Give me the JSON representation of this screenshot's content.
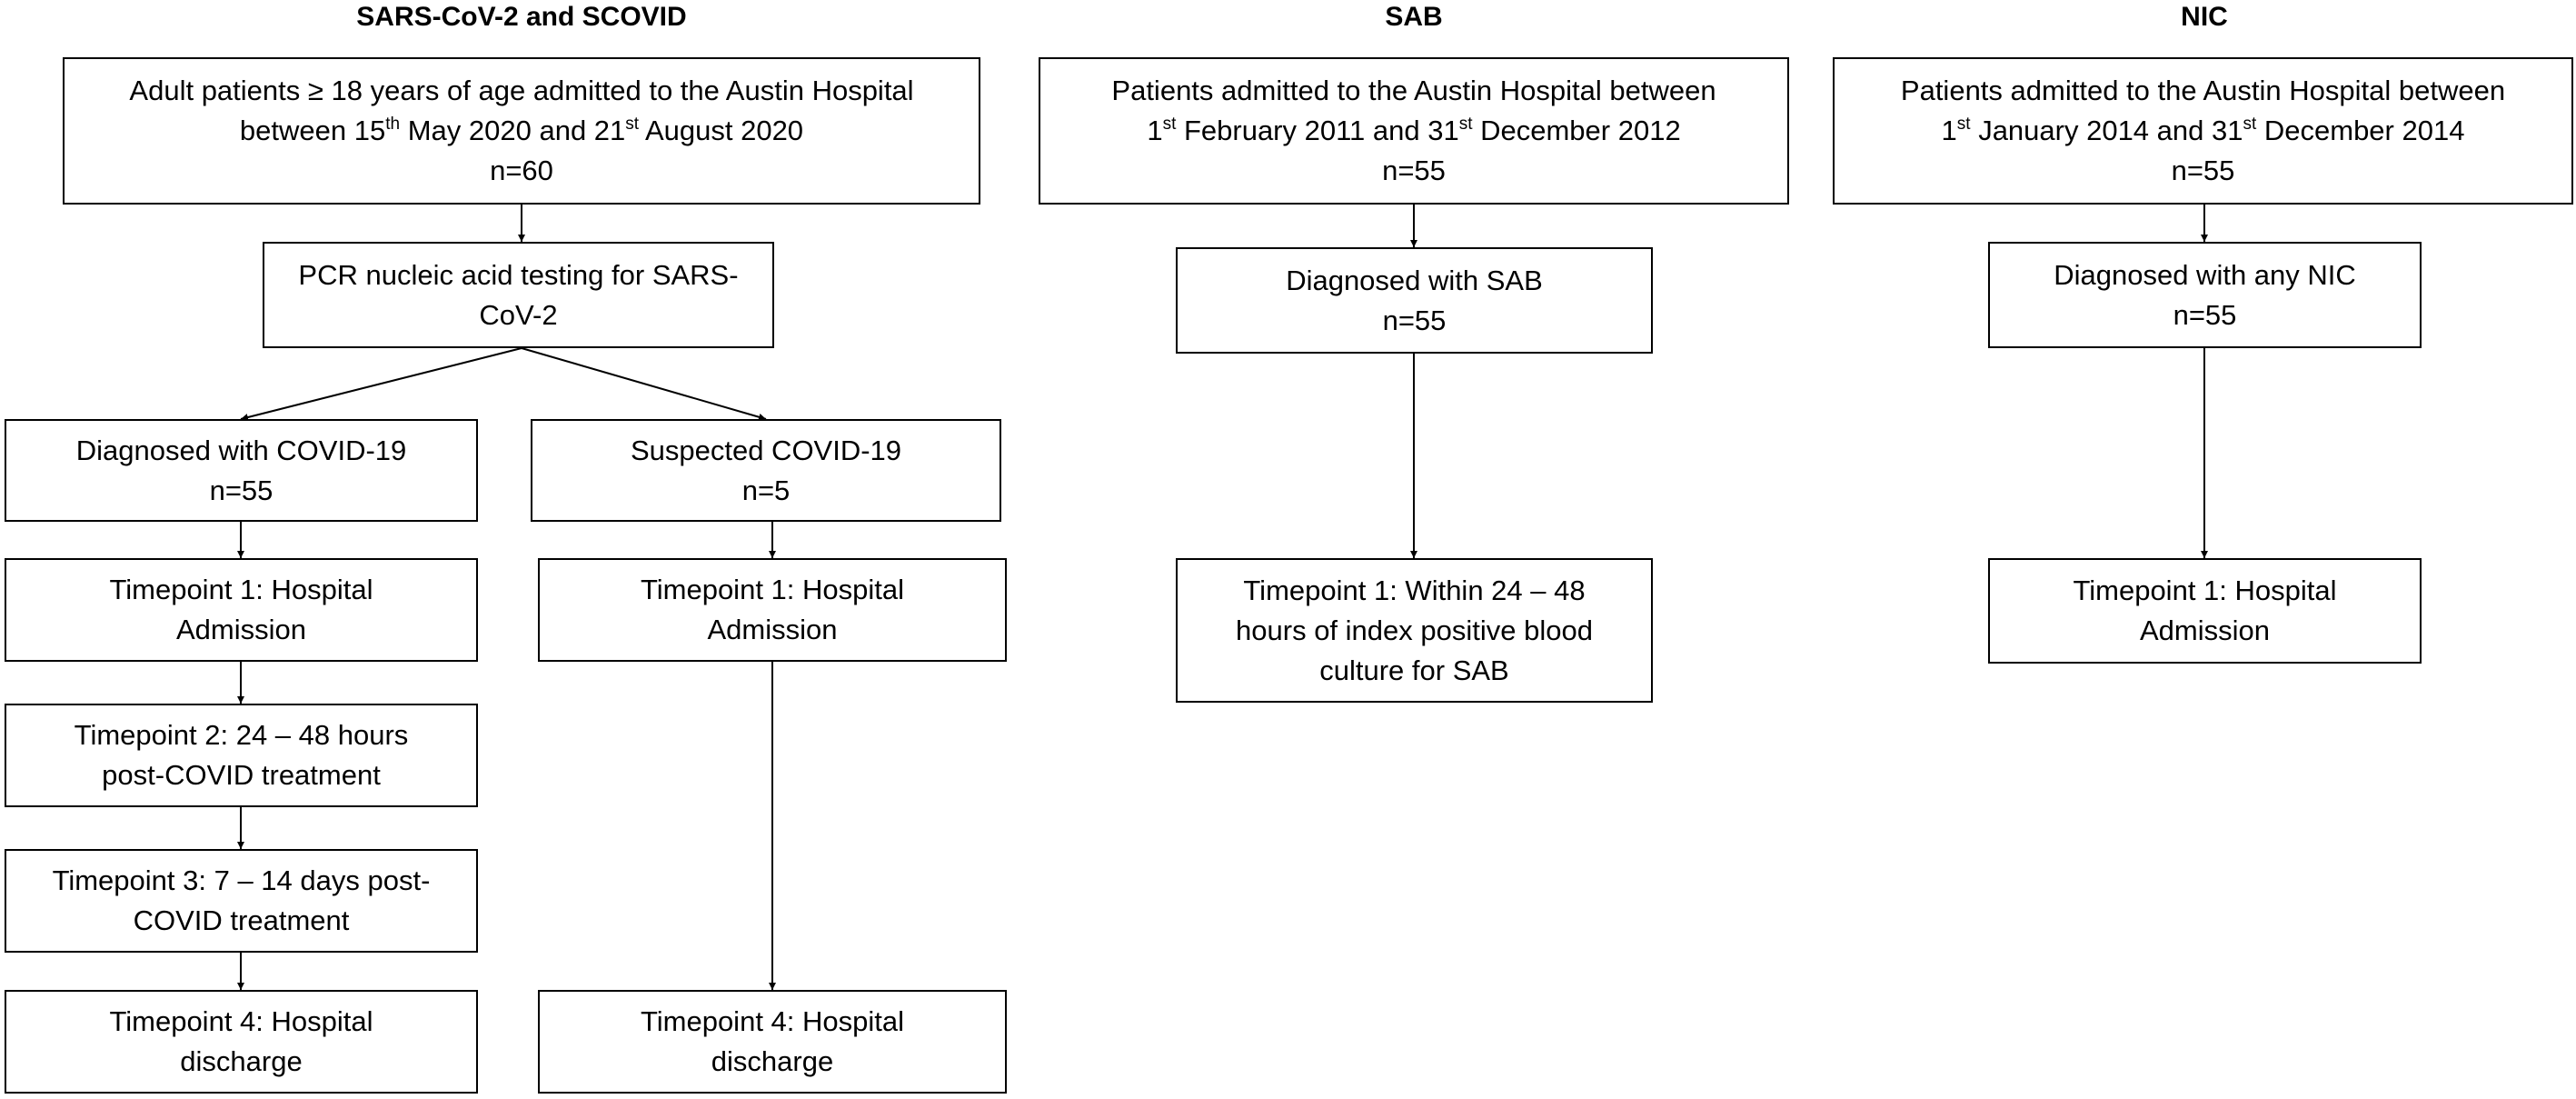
{
  "columns": {
    "scovid": {
      "header": "SARS-CoV-2 and SCOVID",
      "start": {
        "l1": "Adult patients ≥ 18 years of age admitted to the Austin Hospital",
        "l2_a": "between 15",
        "l2_sup1": "th",
        "l2_b": " May 2020 and 21",
        "l2_sup2": "st",
        "l2_c": " August 2020",
        "n": "n=60"
      },
      "pcr": {
        "l1": "PCR nucleic acid testing for SARS-",
        "l2": "CoV-2"
      },
      "diagnosed": {
        "l1": "Diagnosed with COVID-19",
        "l2": "n=55"
      },
      "suspected": {
        "l1": "Suspected COVID-19",
        "l2": "n=5"
      },
      "diag_tp1": {
        "l1": "Timepoint 1: Hospital",
        "l2": "Admission"
      },
      "diag_tp2": {
        "l1": "Timepoint 2: 24 – 48 hours",
        "l2": "post-COVID treatment"
      },
      "diag_tp3": {
        "l1": "Timepoint 3: 7 – 14 days post-",
        "l2": "COVID treatment"
      },
      "diag_tp4": {
        "l1": "Timepoint 4: Hospital",
        "l2": "discharge"
      },
      "susp_tp1": {
        "l1": "Timepoint 1: Hospital",
        "l2": "Admission"
      },
      "susp_tp4": {
        "l1": "Timepoint 4: Hospital",
        "l2": "discharge"
      }
    },
    "sab": {
      "header": "SAB",
      "start": {
        "l1": "Patients admitted to the Austin Hospital between",
        "l2_a": "1",
        "l2_sup1": "st",
        "l2_b": " February 2011 and 31",
        "l2_sup2": "st",
        "l2_c": " December 2012",
        "n": "n=55"
      },
      "diagnosed": {
        "l1": "Diagnosed with SAB",
        "l2": "n=55"
      },
      "tp1": {
        "l1": "Timepoint 1: Within 24 – 48",
        "l2": "hours of index positive blood",
        "l3": "culture for SAB"
      }
    },
    "nic": {
      "header": "NIC",
      "start": {
        "l1": "Patients admitted to the Austin Hospital between",
        "l2_a": "1",
        "l2_sup1": "st",
        "l2_b": " January 2014 and 31",
        "l2_sup2": "st",
        "l2_c": " December 2014",
        "n": "n=55"
      },
      "diagnosed": {
        "l1": "Diagnosed with any NIC",
        "l2": "n=55"
      },
      "tp1": {
        "l1": "Timepoint 1: Hospital",
        "l2": "Admission"
      }
    }
  }
}
